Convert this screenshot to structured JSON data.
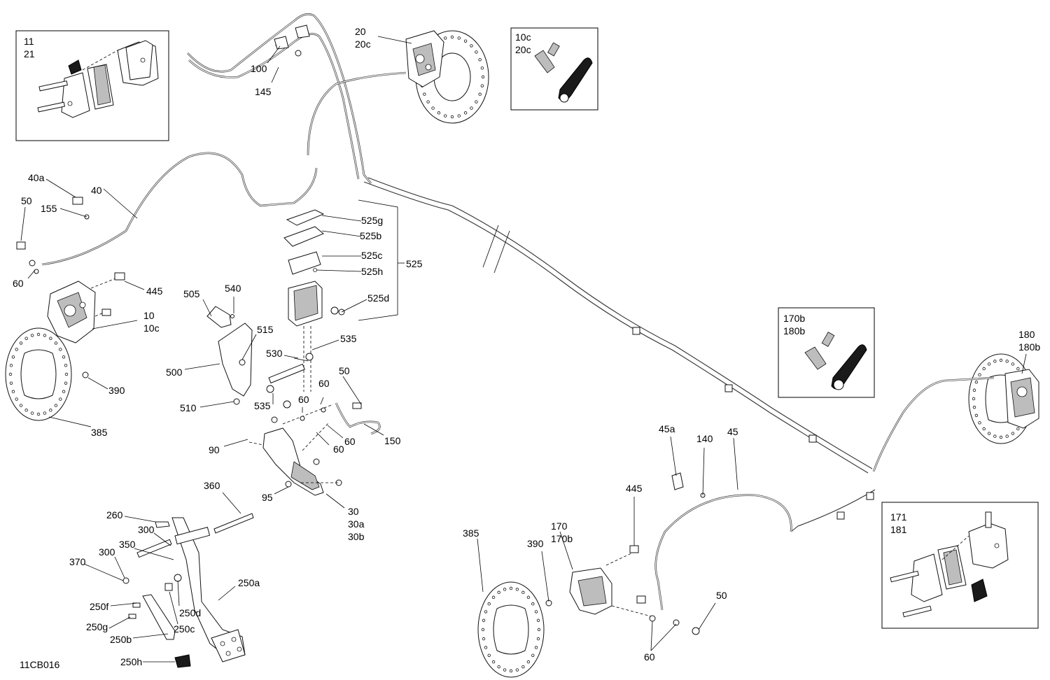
{
  "figure_code": "11CB016",
  "callouts": {
    "c11_21": [
      "11",
      "21"
    ],
    "c10c_20c": [
      "10c",
      "20c"
    ],
    "c170b_180b": [
      "170b",
      "180b"
    ],
    "c171_181": [
      "171",
      "181"
    ],
    "c20": [
      "20",
      "20c"
    ],
    "c180": [
      "180",
      "180b"
    ],
    "c10": [
      "10",
      "10c"
    ],
    "c170": [
      "170",
      "170b"
    ],
    "c30": [
      "30",
      "30a",
      "30b"
    ],
    "l100": "100",
    "l145": "145",
    "l40a": "40a",
    "l40": "40",
    "l50a": "50",
    "l155": "155",
    "l60a": "60",
    "l445a": "445",
    "l390a": "390",
    "l385a": "385",
    "l505": "505",
    "l540": "540",
    "l515": "515",
    "l500": "500",
    "l510": "510",
    "l525g": "525g",
    "l525b": "525b",
    "l525c": "525c",
    "l525h": "525h",
    "l525": "525",
    "l525d": "525d",
    "l535a": "535",
    "l530": "530",
    "l535b": "535",
    "l60b": "60",
    "l60c": "60",
    "l50b": "50",
    "l150": "150",
    "l60d": "60",
    "l60e": "60",
    "l90": "90",
    "l95": "95",
    "l360": "360",
    "l260": "260",
    "l300a": "300",
    "l300b": "300",
    "l350": "350",
    "l370": "370",
    "l250a": "250a",
    "l250f": "250f",
    "l250d": "250d",
    "l250g": "250g",
    "l250c": "250c",
    "l250b": "250b",
    "l250h": "250h",
    "l45a": "45a",
    "l140": "140",
    "l45": "45",
    "l445b": "445",
    "l385b": "385",
    "l390b": "390",
    "l50c": "50",
    "l60f": "60"
  }
}
